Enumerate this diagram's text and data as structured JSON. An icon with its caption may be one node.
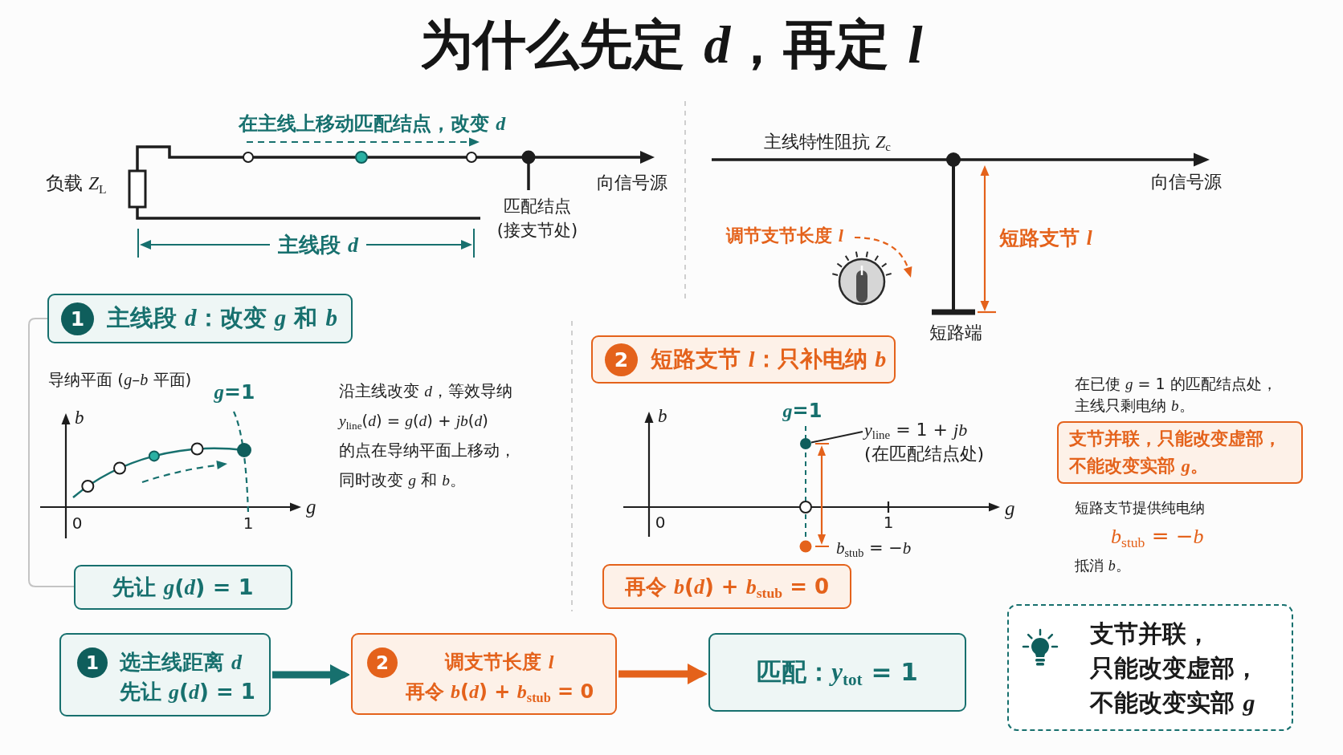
{
  "diagram": {
    "title": "为什么先定 *d*，再定 *l*",
    "nodes": [
      {
        "text": [
          "1",
          "主线段 *d*：改变 *g* 和 *b*"
        ]
      },
      {
        "text": [
          "2",
          "短路支节 *l*：只补电纳 *b*"
        ]
      },
      {
        "text": [
          "*y*$_{line}$ = 1 + *jb*",
          "(在匹配结点处)"
        ]
      },
      {
        "text": [],
        "shape": "circle"
      },
      {
        "text": [
          "支节并联，只能改变虚部，不能改变实部 *g*。"
        ]
      },
      {
        "text": [
          "先让 *g*(*d*) = 1"
        ]
      },
      {
        "text": [
          "再令 *b*(*d*) + *b*$_{stub}$ = 0"
        ]
      },
      {
        "text": [
          "1",
          "选主线距离 *d*",
          "先让 *g*(*d*) = 1"
        ]
      },
      {
        "text": [
          "2",
          "调支节长度 *l*",
          "再令 *b*(*d*) + *b*$_{stub}$ = 0"
        ]
      },
      {
        "text": [
          "匹配：*y*$_{tot}$ = 1"
        ]
      },
      {
        "text": [
          "支节并联，只能改变虚部，不能改变实部 *g*"
        ]
      }
    ],
    "edges": [
      {
        "from": 0,
        "to": 5,
        "arrow": "none",
        "color": "#c4c4c4"
      },
      {
        "from": 2,
        "to": 3,
        "arrow": "none",
        "color": "#222222"
      },
      {
        "from": 7,
        "to": 8,
        "arrow": "to",
        "style": "thick",
        "color": "#17706e"
      },
      {
        "from": 8,
        "to": 9,
        "arrow": "to",
        "style": "thick",
        "color": "#e4621b"
      }
    ],
    "labels": [
      "在主线上移动匹配结点，改变 *d*",
      "负载 *Z*$_{L}$",
      "向信号源",
      "匹配结点 (接支节处)",
      "主线段 *d*",
      "主线特性阻抗 *Z*$_{c}$",
      "向信号源",
      "调节支节长度 *l*",
      "短路支节 *l*",
      "短路端",
      "导纳平面 (*g*–*b* 平面)",
      "*g*=1",
      "b",
      "g",
      "0",
      "1",
      "沿主线改变 *d*，等效导纳 *y*$_{line}$(*d*) = *g*(*d*) + *jb*(*d*) 的点在导纳平面上移动，同时改变 *g* 和 *b*。",
      "b",
      "*g*=1",
      "0",
      "1",
      "g",
      "*b*$_{stub}$ = −*b*",
      "在已使 *g* = 1 的匹配结点处，主线只剩电纳 *b*。",
      "短路支节提供纯电纳",
      "*b*$_{stub}$ = −*b*",
      "抵消 *b*。"
    ]
  }
}
